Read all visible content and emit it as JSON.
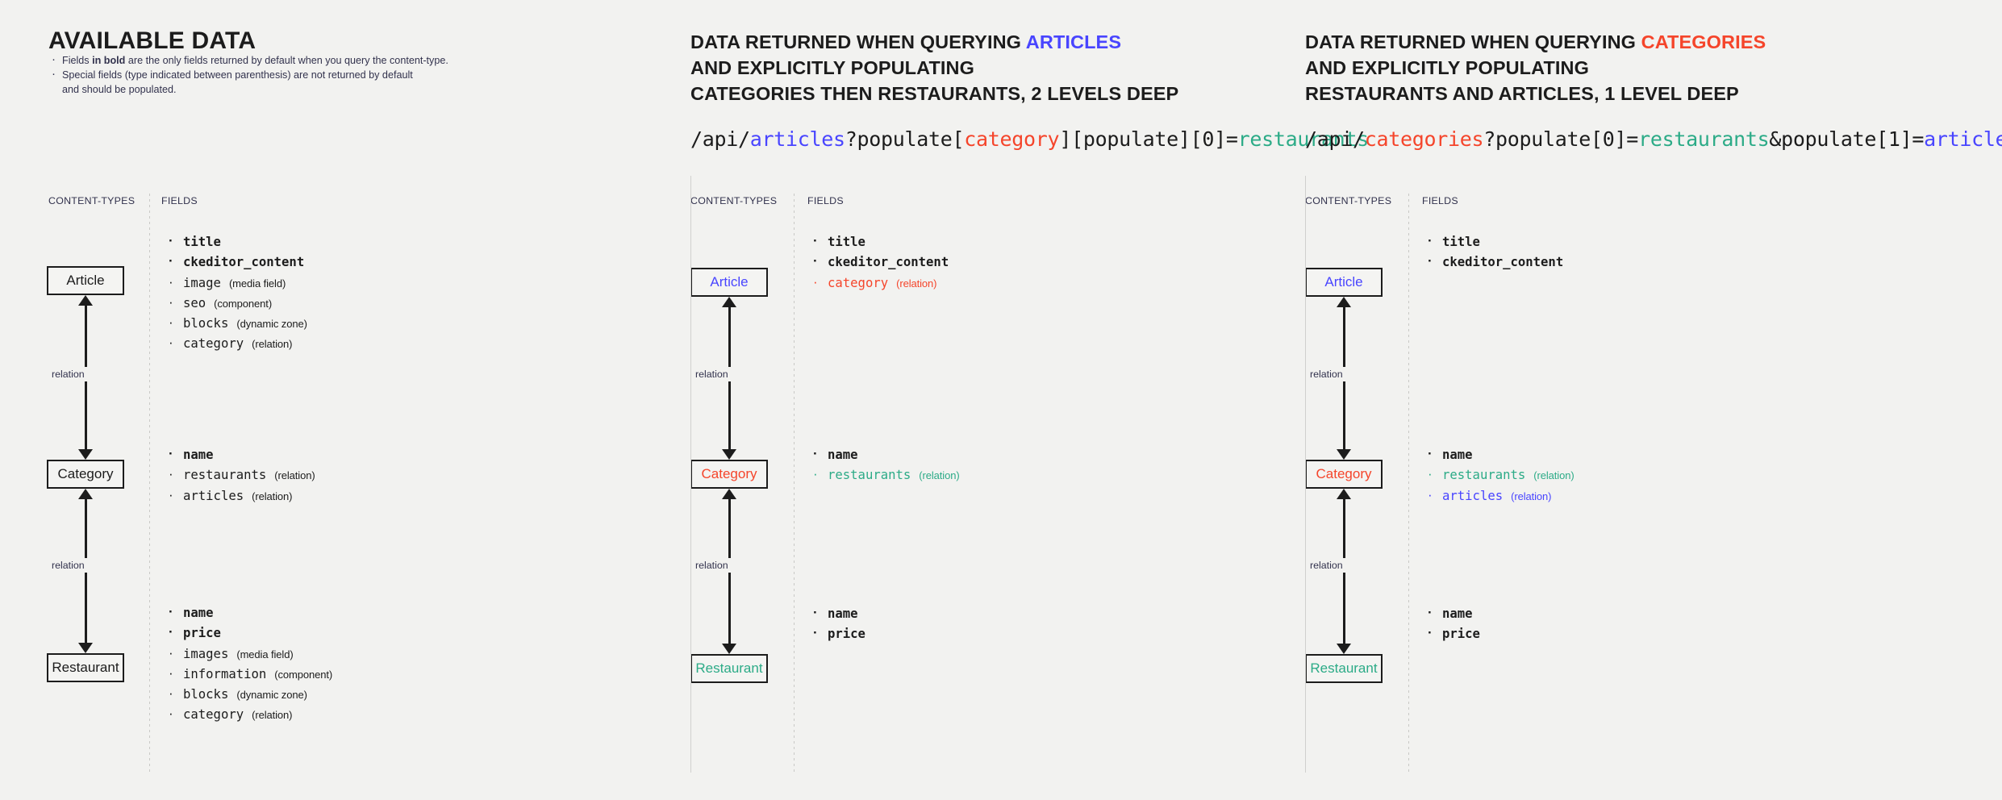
{
  "panels": [
    {
      "id": "available-data",
      "title": "AVAILABLE DATA",
      "bullets": [
        {
          "pre": "Fields ",
          "bold": "in bold",
          "post": " are the only fields returned by default when you query the content-type."
        },
        {
          "pre": "Special fields (type indicated between parenthesis) are not returned by default",
          "bold": "",
          "post": "",
          "cont": "and should be populated."
        }
      ],
      "columns": {
        "content_types": "CONTENT-TYPES",
        "fields": "FIELDS"
      },
      "nodes": [
        {
          "name": "Article",
          "color": "#1c1c1c"
        },
        {
          "name": "Category",
          "color": "#1c1c1c"
        },
        {
          "name": "Restaurant",
          "color": "#1c1c1c"
        }
      ],
      "relations": [
        "relation",
        "relation"
      ],
      "fieldgroups": [
        [
          {
            "name": "title",
            "type": "",
            "bold": true,
            "color": ""
          },
          {
            "name": "ckeditor_content",
            "type": "",
            "bold": true,
            "color": ""
          },
          {
            "name": "image",
            "type": "(media field)",
            "bold": false,
            "color": ""
          },
          {
            "name": "seo",
            "type": "(component)",
            "bold": false,
            "color": ""
          },
          {
            "name": "blocks",
            "type": "(dynamic zone)",
            "bold": false,
            "color": ""
          },
          {
            "name": "category",
            "type": "(relation)",
            "bold": false,
            "color": ""
          }
        ],
        [
          {
            "name": "name",
            "type": "",
            "bold": true,
            "color": ""
          },
          {
            "name": "restaurants",
            "type": "(relation)",
            "bold": false,
            "color": ""
          },
          {
            "name": "articles",
            "type": "(relation)",
            "bold": false,
            "color": ""
          }
        ],
        [
          {
            "name": "name",
            "type": "",
            "bold": true,
            "color": ""
          },
          {
            "name": "price",
            "type": "",
            "bold": true,
            "color": ""
          },
          {
            "name": "images",
            "type": "(media field)",
            "bold": false,
            "color": ""
          },
          {
            "name": "information",
            "type": "(component)",
            "bold": false,
            "color": ""
          },
          {
            "name": "blocks",
            "type": "(dynamic zone)",
            "bold": false,
            "color": ""
          },
          {
            "name": "category",
            "type": "(relation)",
            "bold": false,
            "color": ""
          }
        ]
      ]
    },
    {
      "id": "query-articles",
      "title_line1_pre": "DATA RETURNED WHEN QUERYING ",
      "title_line1_accent": "ARTICLES",
      "title_line2": "AND EXPLICITLY POPULATING",
      "title_line3": "CATEGORIES THEN RESTAURANTS, 2 LEVELS DEEP",
      "api": [
        {
          "t": "/api/",
          "c": ""
        },
        {
          "t": "articles",
          "c": "blue"
        },
        {
          "t": "?populate[",
          "c": ""
        },
        {
          "t": "category",
          "c": "red"
        },
        {
          "t": "][populate][0]=",
          "c": ""
        },
        {
          "t": "restaurants",
          "c": "teal"
        }
      ],
      "columns": {
        "content_types": "CONTENT-TYPES",
        "fields": "FIELDS"
      },
      "nodes": [
        {
          "name": "Article",
          "color": "#4945ff"
        },
        {
          "name": "Category",
          "color": "#f5452b"
        },
        {
          "name": "Restaurant",
          "color": "#2cab87"
        }
      ],
      "relations": [
        "relation",
        "relation"
      ],
      "fieldgroups": [
        [
          {
            "name": "title",
            "type": "",
            "bold": true,
            "color": ""
          },
          {
            "name": "ckeditor_content",
            "type": "",
            "bold": true,
            "color": ""
          },
          {
            "name": "category",
            "type": "(relation)",
            "bold": false,
            "color": "red"
          }
        ],
        [
          {
            "name": "name",
            "type": "",
            "bold": true,
            "color": ""
          },
          {
            "name": "restaurants",
            "type": "(relation)",
            "bold": false,
            "color": "teal"
          }
        ],
        [
          {
            "name": "name",
            "type": "",
            "bold": true,
            "color": ""
          },
          {
            "name": "price",
            "type": "",
            "bold": true,
            "color": ""
          }
        ]
      ]
    },
    {
      "id": "query-categories",
      "title_line1_pre": "DATA RETURNED WHEN QUERYING ",
      "title_line1_accent": "CATEGORIES",
      "title_line2": "AND EXPLICITLY POPULATING",
      "title_line3": "RESTAURANTS AND ARTICLES, 1 LEVEL DEEP",
      "api": [
        {
          "t": "/api/",
          "c": ""
        },
        {
          "t": "categories",
          "c": "red"
        },
        {
          "t": "?populate[0]=",
          "c": ""
        },
        {
          "t": "restaurants",
          "c": "teal"
        },
        {
          "t": "&populate[1]=",
          "c": ""
        },
        {
          "t": "articles",
          "c": "blue"
        }
      ],
      "columns": {
        "content_types": "CONTENT-TYPES",
        "fields": "FIELDS"
      },
      "nodes": [
        {
          "name": "Article",
          "color": "#4945ff"
        },
        {
          "name": "Category",
          "color": "#f5452b"
        },
        {
          "name": "Restaurant",
          "color": "#2cab87"
        }
      ],
      "relations": [
        "relation",
        "relation"
      ],
      "fieldgroups": [
        [
          {
            "name": "title",
            "type": "",
            "bold": true,
            "color": ""
          },
          {
            "name": "ckeditor_content",
            "type": "",
            "bold": true,
            "color": ""
          }
        ],
        [
          {
            "name": "name",
            "type": "",
            "bold": true,
            "color": ""
          },
          {
            "name": "restaurants",
            "type": "(relation)",
            "bold": false,
            "color": "teal"
          },
          {
            "name": "articles",
            "type": "(relation)",
            "bold": false,
            "color": "blue"
          }
        ],
        [
          {
            "name": "name",
            "type": "",
            "bold": true,
            "color": ""
          },
          {
            "name": "price",
            "type": "",
            "bold": true,
            "color": ""
          }
        ]
      ]
    }
  ],
  "colors": {
    "background": "#f2f2f0",
    "text": "#1c1c1c",
    "blue": "#4945ff",
    "red": "#f5452b",
    "teal": "#2cab87",
    "divider": "#d0d0ce"
  }
}
